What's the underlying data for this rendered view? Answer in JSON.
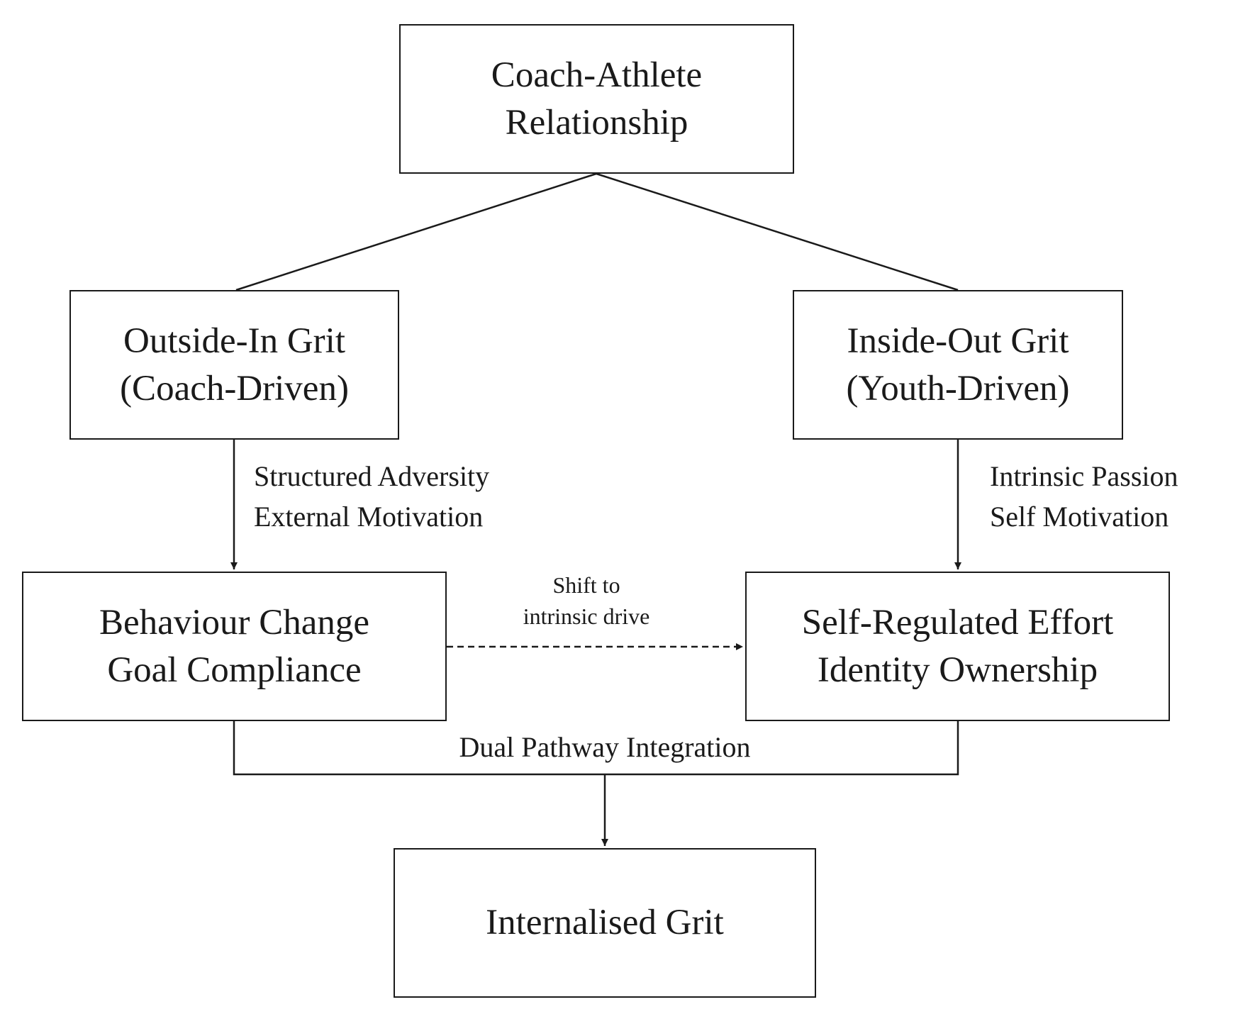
{
  "nodes": {
    "coach_athlete": [
      "Coach-Athlete",
      "Relationship"
    ],
    "outside_in": [
      "Outside-In Grit",
      "(Coach-Driven)"
    ],
    "inside_out": [
      "Inside-Out Grit",
      "(Youth-Driven)"
    ],
    "behaviour_change": [
      "Behaviour Change",
      "Goal Compliance"
    ],
    "self_regulated": [
      "Self-Regulated Effort",
      "Identity Ownership"
    ],
    "internalised": [
      "Internalised Grit"
    ]
  },
  "edge_labels": {
    "outside_in_path": [
      "Structured Adversity",
      "External Motivation"
    ],
    "inside_out_path": [
      "Intrinsic Passion",
      "Self Motivation"
    ],
    "shift": [
      "Shift to",
      "intrinsic drive"
    ],
    "integration": "Dual Pathway Integration"
  }
}
